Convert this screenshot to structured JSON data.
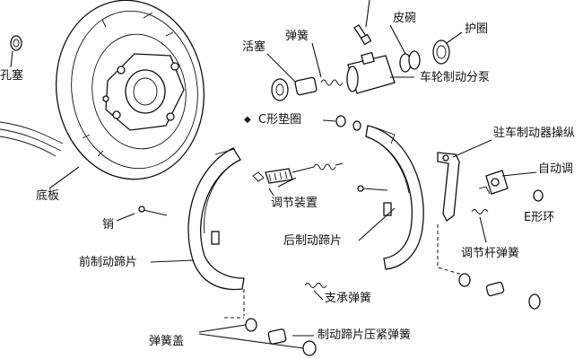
{
  "labels": {
    "kong_sai": "孔塞",
    "huo_sai": "活塞",
    "tan_huang": "弹簧",
    "pi_wan": "皮碗",
    "hu_quan": "护圈",
    "che_lun_fen_beng": "车轮制动分泵",
    "c_dian_quan": "C形垫圈",
    "zhu_che_cao_zong": "驻车制动器操纵",
    "zi_dong_tiao": "自动调",
    "e_huan": "E形环",
    "di_ban": "底板",
    "tiao_jie_zhuang_zhi": "调节装置",
    "xiao": "销",
    "hou_ti_pian": "后制动蹄片",
    "tiao_jie_gan_tan_huang": "调节杆弹簧",
    "qian_ti_pian": "前制动蹄片",
    "zhi_cheng_tan_huang": "支承弹簧",
    "tan_huang_gai": "弹簧盖",
    "ya_jin_tan_huang": "制动蹄片压紧弹簧"
  },
  "bullet": "◆"
}
